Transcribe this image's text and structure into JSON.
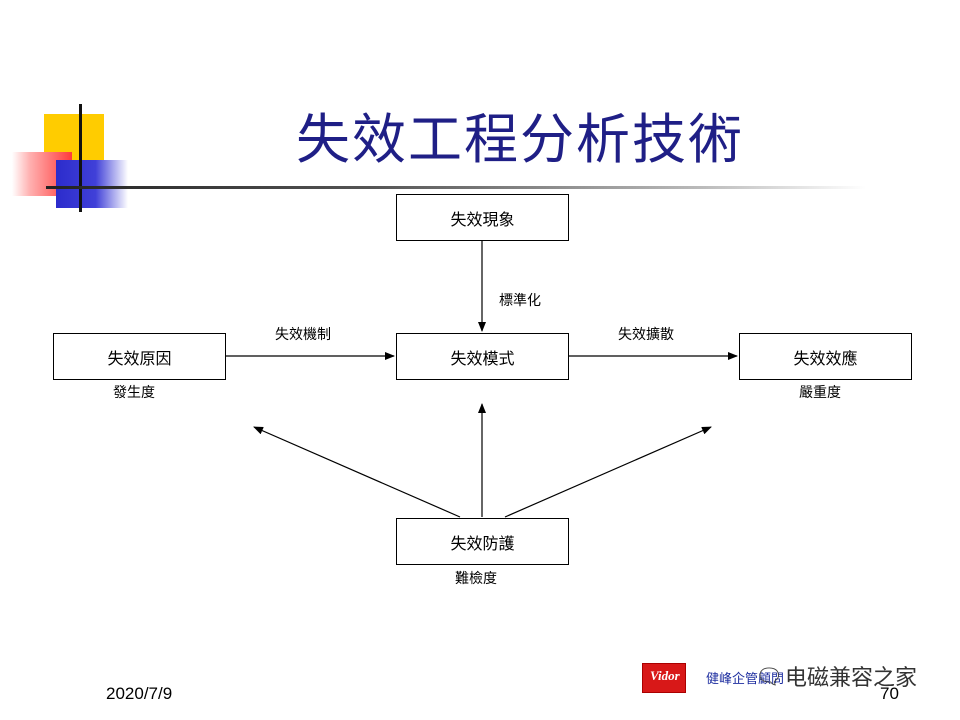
{
  "title": "失效工程分析技術",
  "boxes": {
    "phenomenon": "失效現象",
    "cause": "失效原因",
    "mode": "失效模式",
    "effect": "失效效應",
    "protection": "失效防護"
  },
  "labels": {
    "standardize": "標準化",
    "mechanism": "失效機制",
    "spread": "失效擴散",
    "occurrence": "發生度",
    "severity": "嚴重度",
    "detection": "難檢度"
  },
  "footer": {
    "date": "2020/7/9",
    "page_number": "70",
    "logo_text": "Vidor",
    "company": "健峰企管顧問",
    "watermark": "电磁兼容之家"
  },
  "colors": {
    "title": "#1f1f86",
    "accent_yellow": "#ffcc00",
    "accent_red": "#ff3a3a",
    "accent_blue": "#2c2ccc"
  }
}
